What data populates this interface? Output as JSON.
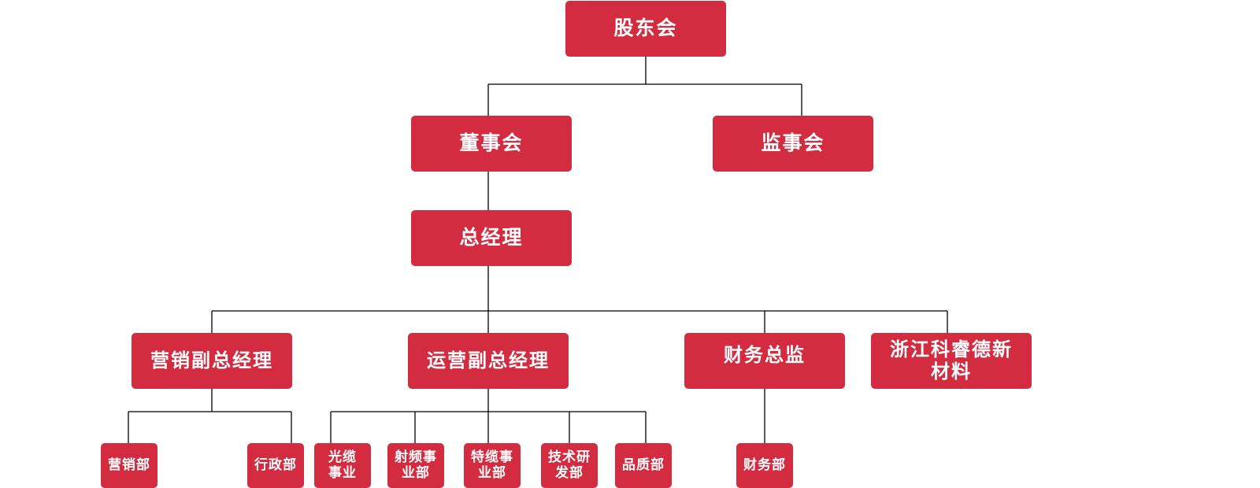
{
  "org": {
    "shareholders": "股东会",
    "board": "董事会",
    "supervisors": "监事会",
    "gm": "总经理",
    "vp_marketing": "营销副总经理",
    "vp_operations": "运营副总经理",
    "cfo": "财务总监",
    "subsidiary": "浙江科睿德新材料",
    "marketing_dept": "营销部",
    "admin_dept": "行政部",
    "optical_cable": "光缆事业",
    "rf_dept": "射频事业部",
    "special_cable": "特缆事业部",
    "rd_dept": "技术研发部",
    "quality_dept": "品质部",
    "finance_dept": "财务部"
  },
  "colors": {
    "box": "#d32b40",
    "text": "#ffffff",
    "line": "#000000"
  }
}
